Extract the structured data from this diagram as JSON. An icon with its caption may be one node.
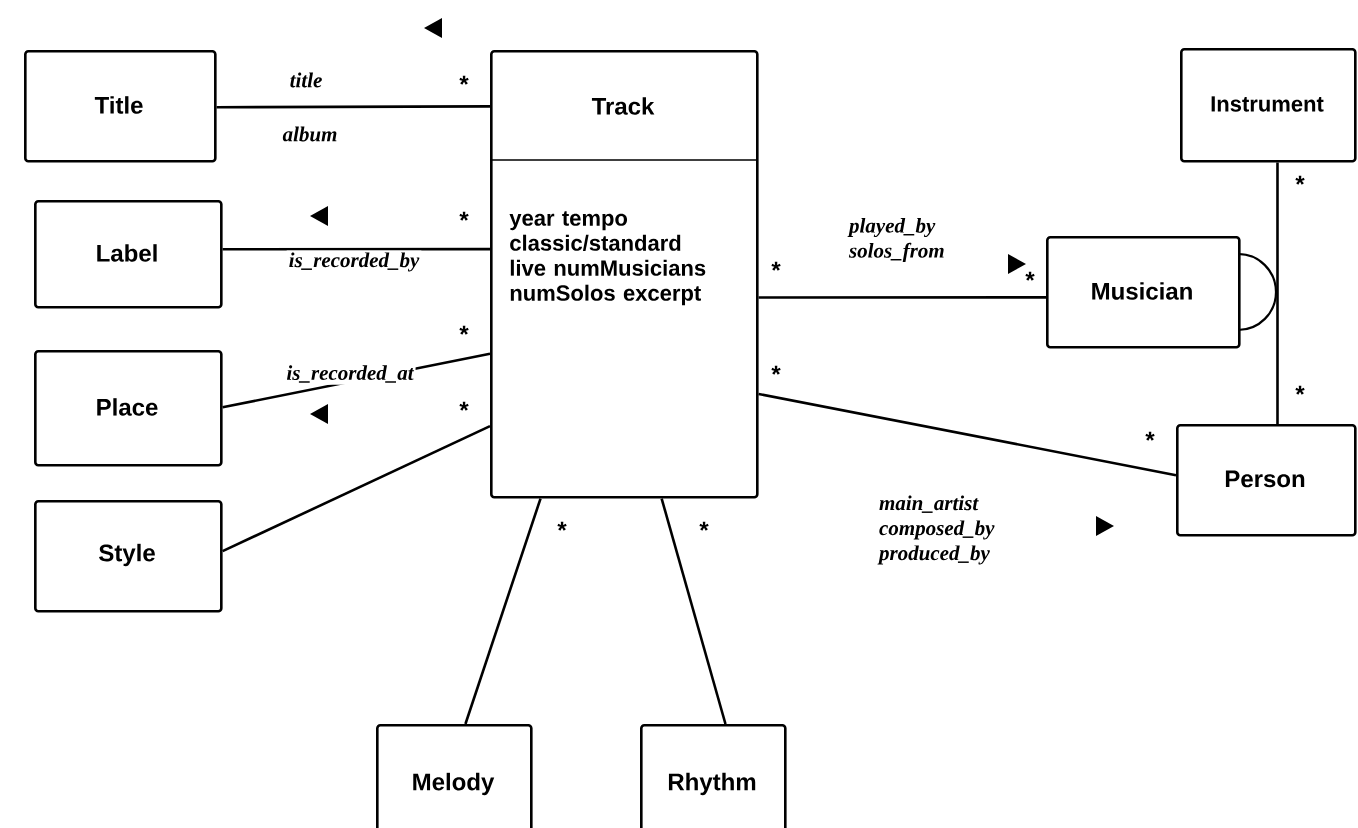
{
  "diagram": {
    "nodes": [
      {
        "text": [
          "Title"
        ]
      },
      {
        "text": [
          "Track",
          "year tempo classic/standard live numMusicians numSolos excerpt"
        ]
      },
      {
        "text": [
          "Instrument"
        ]
      },
      {
        "text": [
          "Label"
        ]
      },
      {
        "text": [
          "Musician"
        ]
      },
      {
        "text": [
          "Place"
        ]
      },
      {
        "text": [
          "Person"
        ]
      },
      {
        "text": [
          "Style"
        ]
      },
      {
        "text": [
          "Melody"
        ]
      },
      {
        "text": [
          "Rhythm"
        ]
      }
    ],
    "edges": [
      {
        "from": 0,
        "to": 1,
        "arrow": "none",
        "label": "title"
      },
      {
        "from": 3,
        "to": 1,
        "arrow": "none",
        "label": "is_recorded_by"
      },
      {
        "from": 5,
        "to": 1,
        "arrow": "none",
        "label": "is_recorded_at"
      },
      {
        "from": 7,
        "to": 1,
        "arrow": "none"
      },
      {
        "from": 1,
        "to": 4,
        "arrow": "none",
        "label": "played_by solos_from"
      },
      {
        "from": 1,
        "to": 6,
        "arrow": "none",
        "label": "main_artist composed_by produced_by"
      },
      {
        "from": 1,
        "to": 8,
        "arrow": "none"
      },
      {
        "from": 1,
        "to": 9,
        "arrow": "none"
      },
      {
        "from": 2,
        "to": 6,
        "arrow": "none"
      }
    ],
    "labels": [
      "album",
      "*",
      "*",
      "*",
      "*",
      "*",
      "*",
      "*",
      "*",
      "*",
      "*",
      "*",
      "*"
    ]
  }
}
